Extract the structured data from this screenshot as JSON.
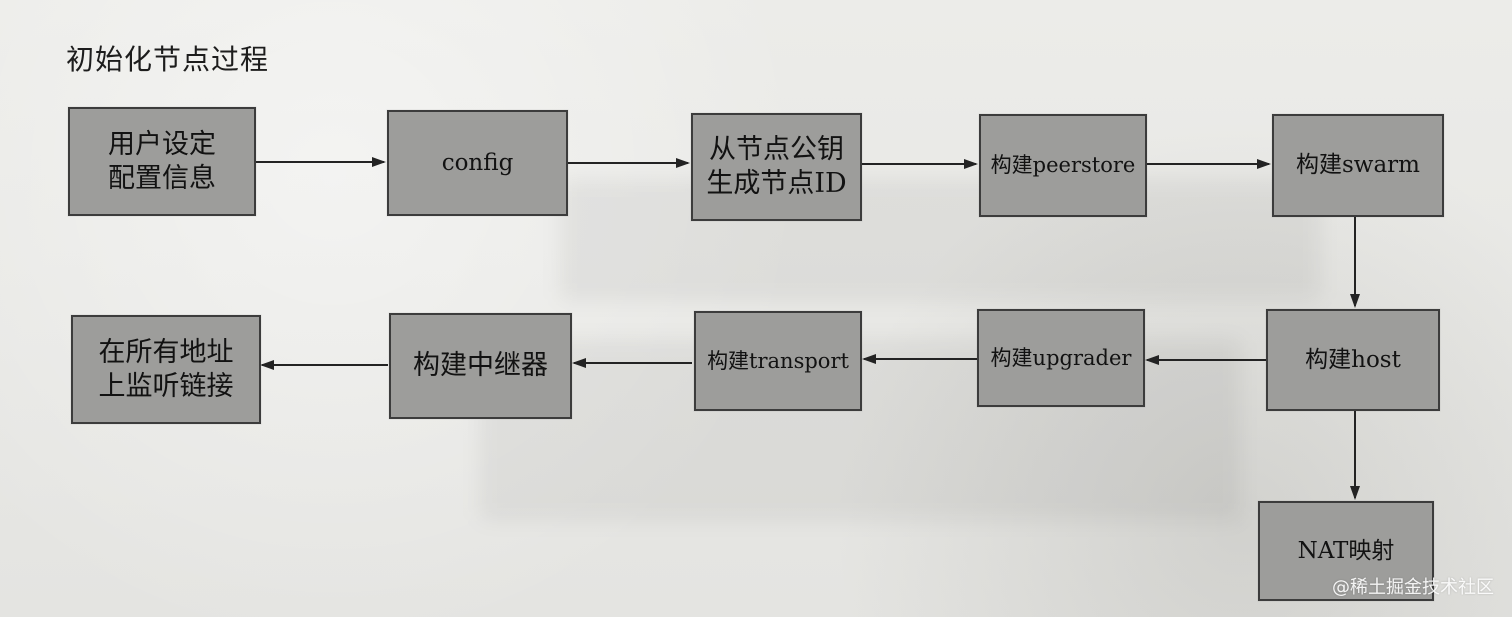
{
  "title": "初始化节点过程",
  "nodes": {
    "user_config": "用户设定\n配置信息",
    "config": "config",
    "gen_id": "从节点公钥\n生成节点ID",
    "peerstore": "构建peerstore",
    "swarm": "构建swarm",
    "host": "构建host",
    "upgrader": "构建upgrader",
    "transport": "构建transport",
    "relay": "构建中继器",
    "listen": "在所有地址\n上监听链接",
    "nat": "NAT映射"
  },
  "watermark": "@稀土掘金技术社区"
}
